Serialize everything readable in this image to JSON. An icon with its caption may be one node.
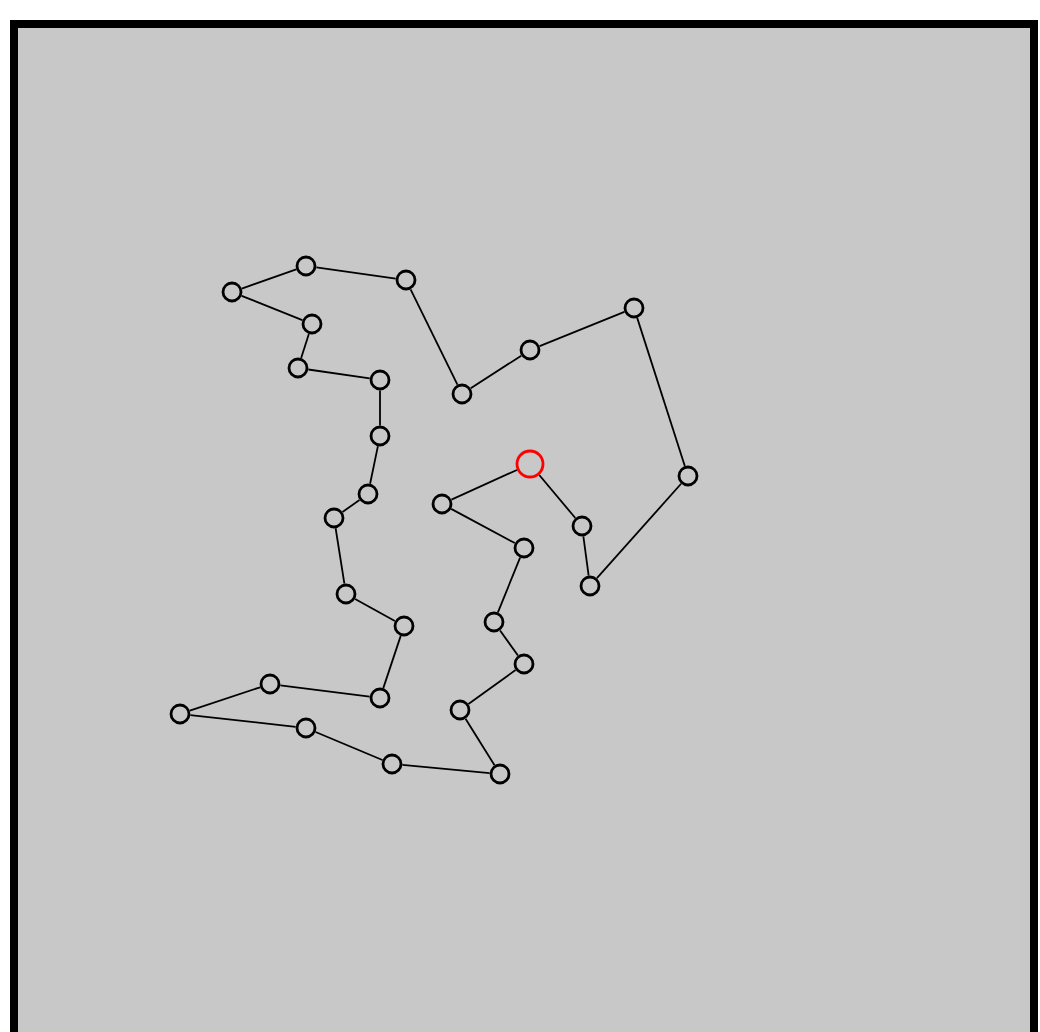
{
  "diagram": {
    "nodes": [
      {
        "text": [],
        "shape": "circle"
      },
      {
        "text": [],
        "shape": "circle"
      },
      {
        "text": [],
        "shape": "circle"
      },
      {
        "text": [],
        "shape": "circle"
      },
      {
        "text": [],
        "shape": "circle"
      },
      {
        "text": [],
        "shape": "circle"
      },
      {
        "text": [],
        "shape": "circle"
      },
      {
        "text": [],
        "shape": "circle"
      },
      {
        "text": [],
        "shape": "circle"
      },
      {
        "text": [],
        "shape": "circle"
      },
      {
        "text": [],
        "shape": "circle"
      },
      {
        "text": [],
        "shape": "circle"
      },
      {
        "text": [],
        "shape": "circle"
      },
      {
        "text": [],
        "shape": "circle"
      },
      {
        "text": [],
        "shape": "circle"
      },
      {
        "text": [],
        "shape": "circle"
      },
      {
        "text": [],
        "shape": "circle"
      },
      {
        "text": [],
        "shape": "circle"
      },
      {
        "text": [],
        "shape": "circle"
      },
      {
        "text": [],
        "shape": "circle"
      },
      {
        "text": [],
        "shape": "circle"
      },
      {
        "text": [],
        "shape": "circle"
      },
      {
        "text": [],
        "shape": "circle"
      },
      {
        "text": [],
        "shape": "circle"
      },
      {
        "text": [],
        "shape": "circle"
      },
      {
        "text": [],
        "shape": "circle"
      },
      {
        "text": [],
        "shape": "circle"
      },
      {
        "text": [],
        "shape": "circle"
      },
      {
        "text": [],
        "shape": "circle"
      }
    ],
    "edges": [
      {
        "from": 0,
        "to": 1,
        "arrow": "none"
      },
      {
        "from": 1,
        "to": 2,
        "arrow": "none"
      },
      {
        "from": 2,
        "to": 3,
        "arrow": "none"
      },
      {
        "from": 3,
        "to": 4,
        "arrow": "none"
      },
      {
        "from": 4,
        "to": 5,
        "arrow": "none"
      },
      {
        "from": 5,
        "to": 6,
        "arrow": "none"
      },
      {
        "from": 6,
        "to": 7,
        "arrow": "none"
      },
      {
        "from": 7,
        "to": 8,
        "arrow": "none"
      },
      {
        "from": 8,
        "to": 9,
        "arrow": "none"
      },
      {
        "from": 9,
        "to": 10,
        "arrow": "none"
      },
      {
        "from": 10,
        "to": 11,
        "arrow": "none"
      },
      {
        "from": 11,
        "to": 12,
        "arrow": "none"
      },
      {
        "from": 12,
        "to": 13,
        "arrow": "none"
      },
      {
        "from": 13,
        "to": 14,
        "arrow": "none"
      },
      {
        "from": 14,
        "to": 15,
        "arrow": "none"
      },
      {
        "from": 15,
        "to": 16,
        "arrow": "none"
      },
      {
        "from": 16,
        "to": 17,
        "arrow": "none"
      },
      {
        "from": 17,
        "to": 18,
        "arrow": "none"
      },
      {
        "from": 18,
        "to": 19,
        "arrow": "none"
      },
      {
        "from": 19,
        "to": 20,
        "arrow": "none"
      },
      {
        "from": 20,
        "to": 21,
        "arrow": "none"
      },
      {
        "from": 21,
        "to": 22,
        "arrow": "none"
      },
      {
        "from": 22,
        "to": 23,
        "arrow": "none"
      },
      {
        "from": 23,
        "to": 24,
        "arrow": "none"
      },
      {
        "from": 24,
        "to": 25,
        "arrow": "none"
      },
      {
        "from": 25,
        "to": 26,
        "arrow": "none"
      },
      {
        "from": 26,
        "to": 27,
        "arrow": "none"
      },
      {
        "from": 27,
        "to": 28,
        "arrow": "none"
      },
      {
        "from": 28,
        "to": 0,
        "arrow": "none"
      }
    ]
  }
}
